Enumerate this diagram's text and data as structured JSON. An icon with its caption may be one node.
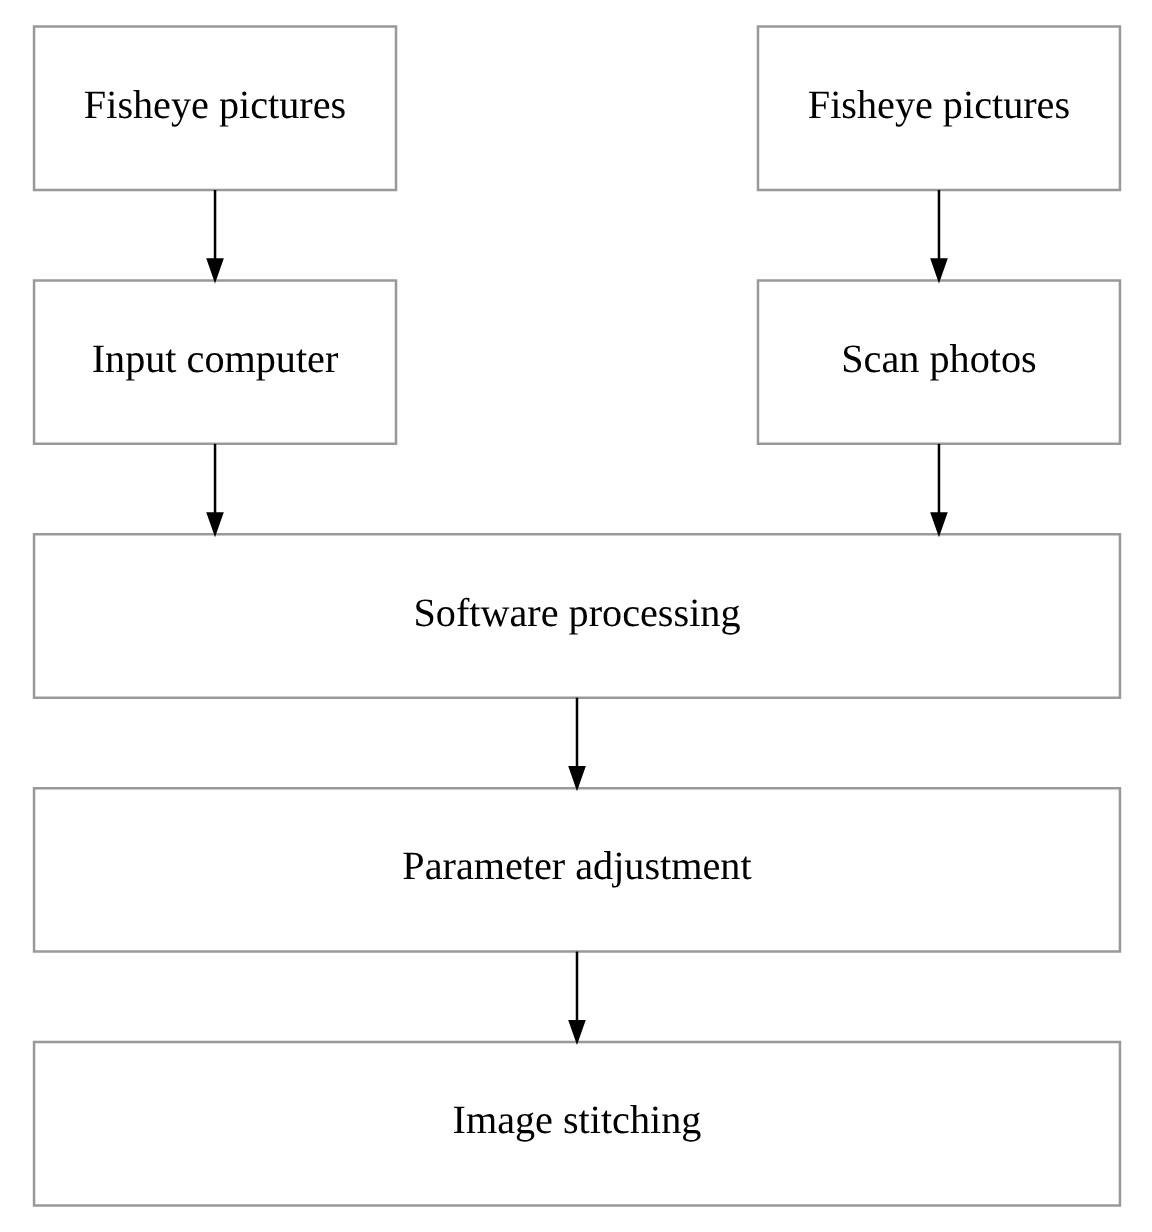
{
  "diagram": {
    "nodes": [
      {
        "text": [
          "Fisheye pictures"
        ]
      },
      {
        "text": [
          "Fisheye pictures"
        ]
      },
      {
        "text": [
          "Input computer"
        ]
      },
      {
        "text": [
          "Scan photos"
        ]
      },
      {
        "text": [
          "Software processing"
        ]
      },
      {
        "text": [
          "Parameter adjustment"
        ]
      },
      {
        "text": [
          "Image stitching"
        ]
      }
    ],
    "edges": [
      {
        "from": 0,
        "to": 2,
        "arrow": "to"
      },
      {
        "from": 1,
        "to": 3,
        "arrow": "to"
      },
      {
        "from": 2,
        "to": 4,
        "arrow": "to"
      },
      {
        "from": 3,
        "to": 4,
        "arrow": "to"
      },
      {
        "from": 4,
        "to": 5,
        "arrow": "to"
      },
      {
        "from": 5,
        "to": 6,
        "arrow": "to"
      }
    ]
  }
}
